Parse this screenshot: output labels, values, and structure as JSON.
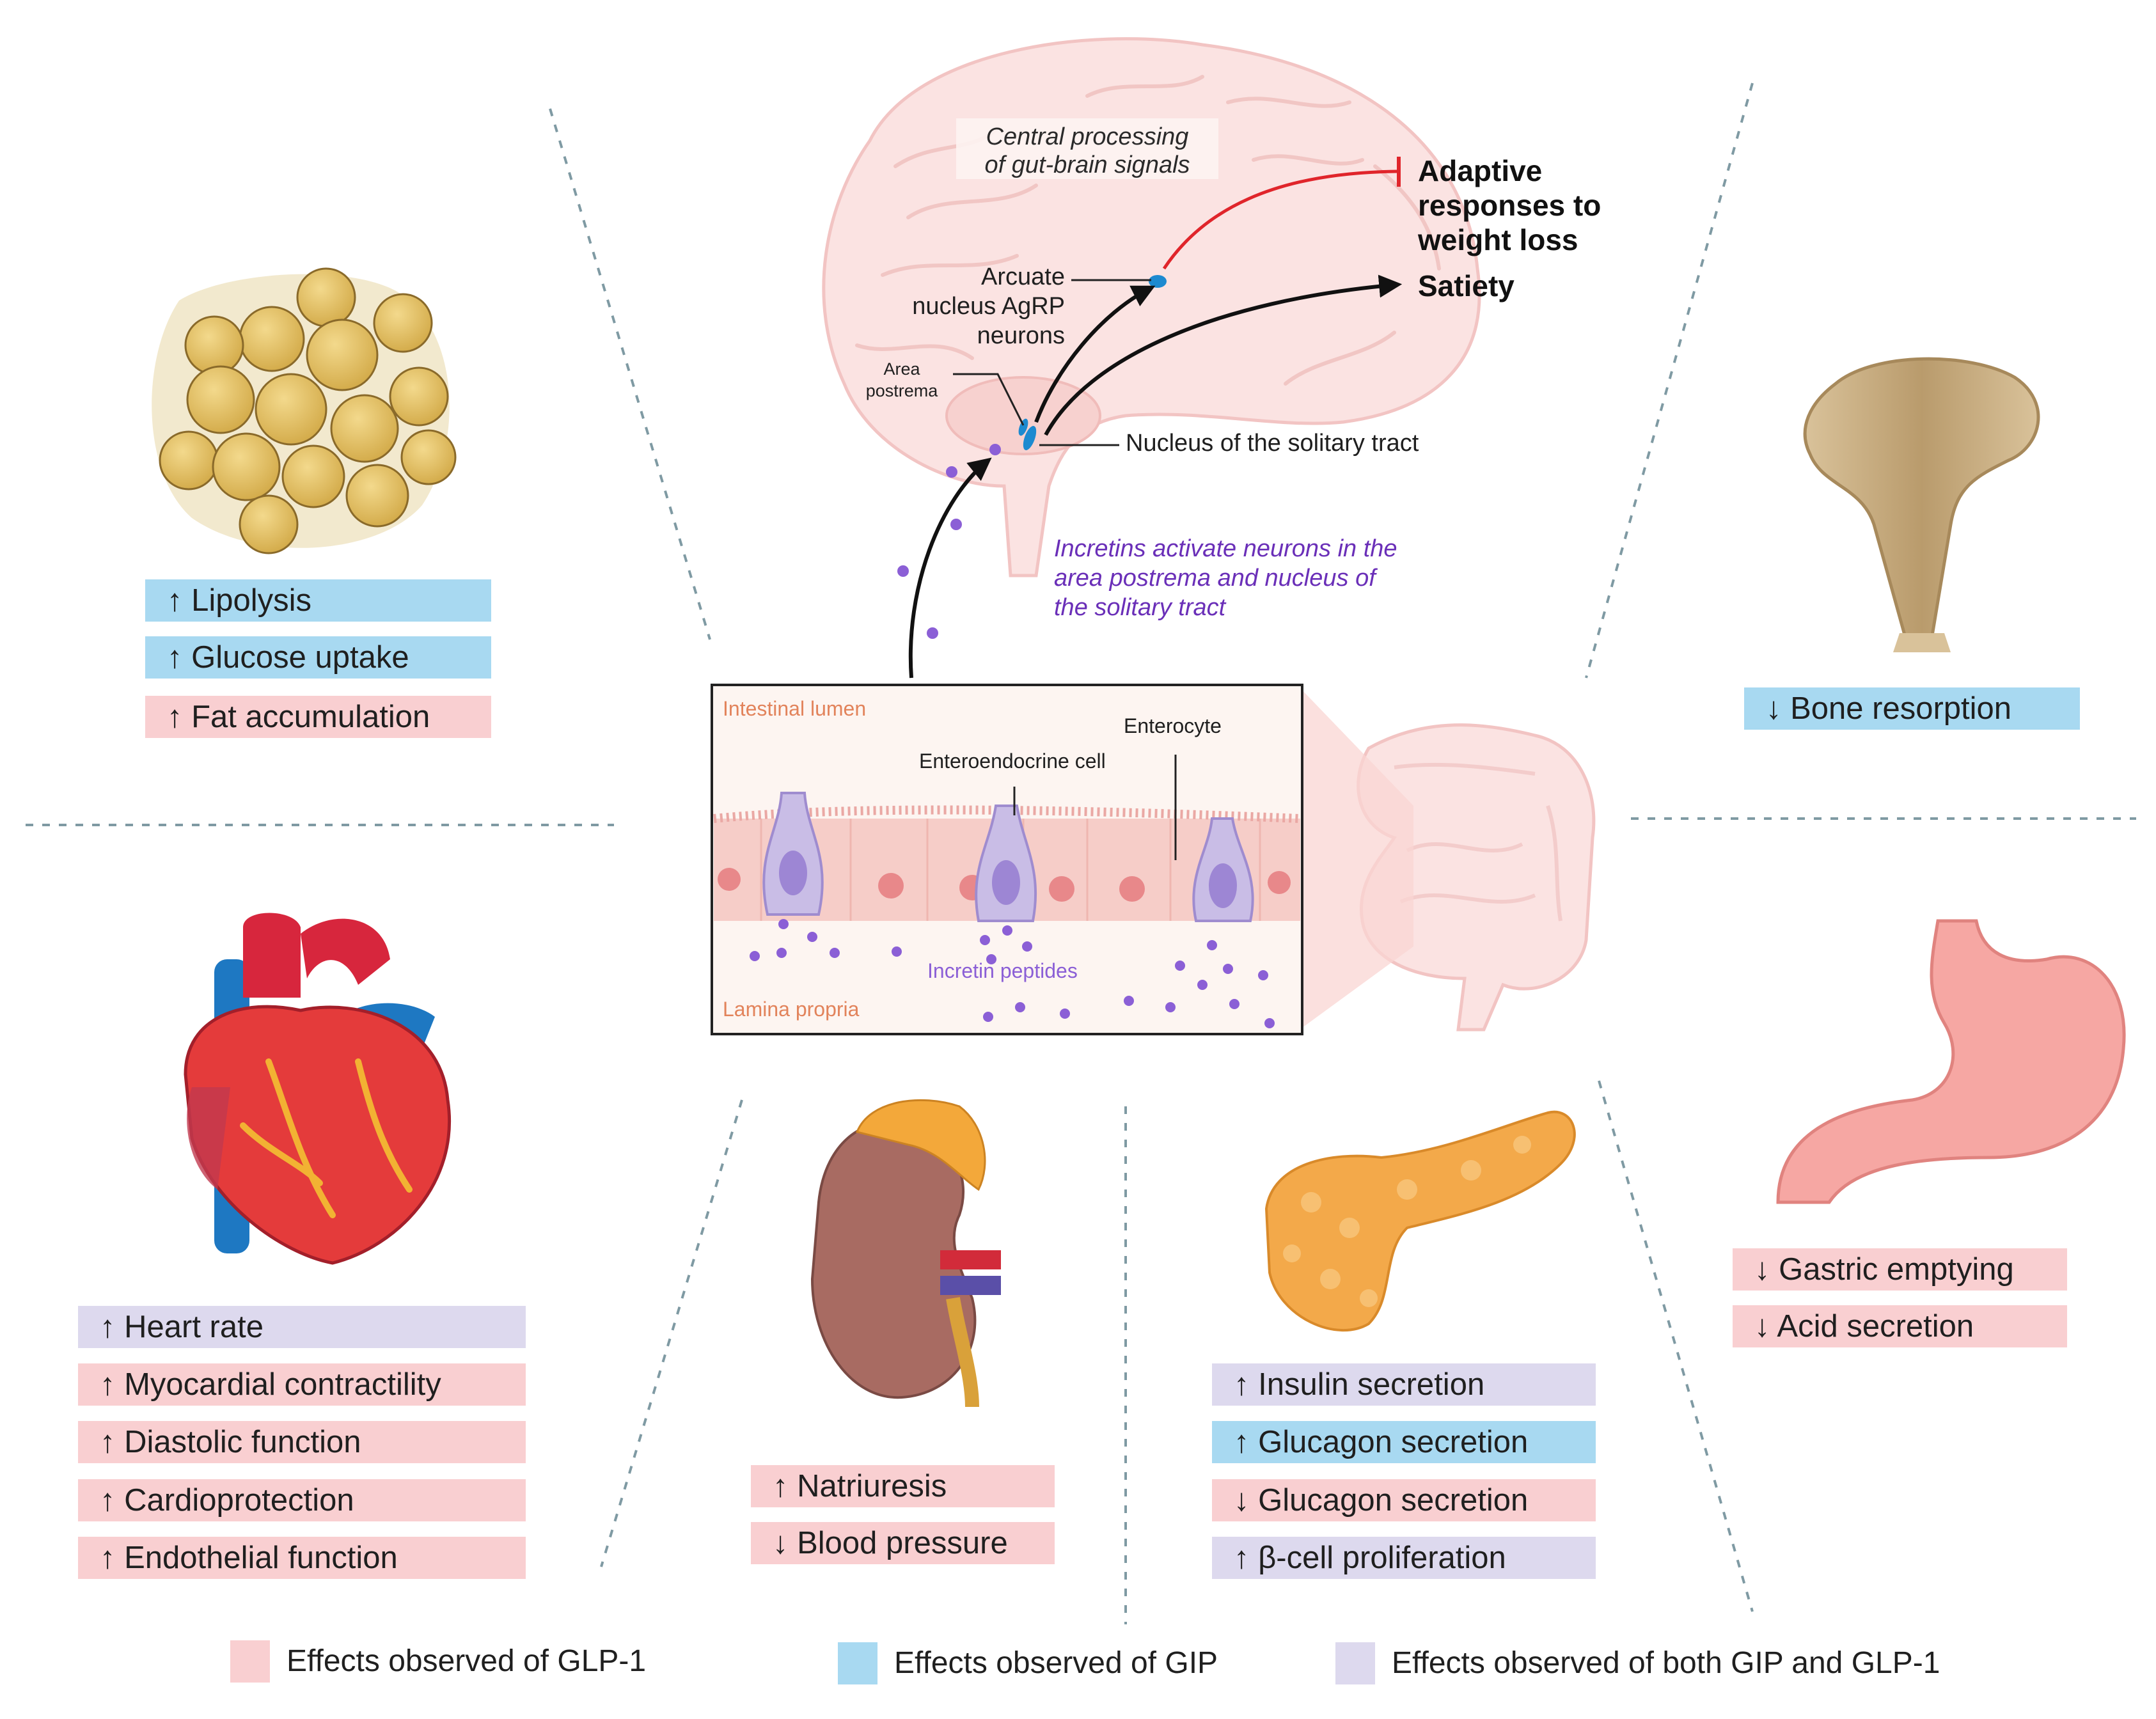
{
  "brain": {
    "central_processing_l1": "Central processing",
    "central_processing_l2": "of gut-brain signals",
    "arcuate_l1": "Arcuate",
    "arcuate_l2": "nucleus AgRP",
    "arcuate_l3": "neurons",
    "area_postrema_l1": "Area",
    "area_postrema_l2": "postrema",
    "nts": "Nucleus of the solitary tract",
    "adaptive_l1": "Adaptive",
    "adaptive_l2": "responses to",
    "adaptive_l3": "weight loss",
    "satiety": "Satiety",
    "incretins_note_l1": "Incretins activate neurons in the",
    "incretins_note_l2": "area postrema and nucleus of",
    "incretins_note_l3": "the solitary tract"
  },
  "gut_inset": {
    "lumen": "Intestinal lumen",
    "enterocyte": "Enterocyte",
    "enteroendocrine": "Enteroendocrine cell",
    "incretin_peptides": "Incretin peptides",
    "lamina_propria": "Lamina propria"
  },
  "adipose": {
    "effects": [
      {
        "text": "↑ Lipolysis",
        "type": "gip"
      },
      {
        "text": "↑ Glucose uptake",
        "type": "gip"
      },
      {
        "text": "↑ Fat accumulation",
        "type": "glp1"
      }
    ]
  },
  "bone": {
    "effects": [
      {
        "text": "↓ Bone resorption",
        "type": "gip"
      }
    ]
  },
  "heart": {
    "effects": [
      {
        "text": "↑ Heart rate",
        "type": "both"
      },
      {
        "text": "↑ Myocardial contractility",
        "type": "glp1"
      },
      {
        "text": "↑ Diastolic function",
        "type": "glp1"
      },
      {
        "text": "↑ Cardioprotection",
        "type": "glp1"
      },
      {
        "text": "↑ Endothelial function",
        "type": "glp1"
      }
    ]
  },
  "kidney": {
    "effects": [
      {
        "text": "↑ Natriuresis",
        "type": "glp1"
      },
      {
        "text": "↓ Blood pressure",
        "type": "glp1"
      }
    ]
  },
  "pancreas": {
    "effects": [
      {
        "text": "↑ Insulin secretion",
        "type": "both"
      },
      {
        "text": "↑ Glucagon secretion",
        "type": "gip"
      },
      {
        "text": "↓ Glucagon secretion",
        "type": "glp1"
      },
      {
        "text": "↑ β-cell proliferation",
        "type": "both"
      }
    ]
  },
  "stomach": {
    "effects": [
      {
        "text": "↓ Gastric emptying",
        "type": "glp1"
      },
      {
        "text": "↓ Acid secretion",
        "type": "glp1"
      }
    ]
  },
  "legend": {
    "glp1": "Effects observed of GLP-1",
    "gip": "Effects observed of GIP",
    "both": "Effects observed of both GIP and GLP-1"
  },
  "colors": {
    "glp1": "#f9cfd1",
    "gip": "#a8d9f1",
    "both": "#ddd9ee",
    "inhibit": "#e0252b",
    "incretin_text": "#6a2fb8",
    "peptide_dot": "#8b5fd6"
  }
}
